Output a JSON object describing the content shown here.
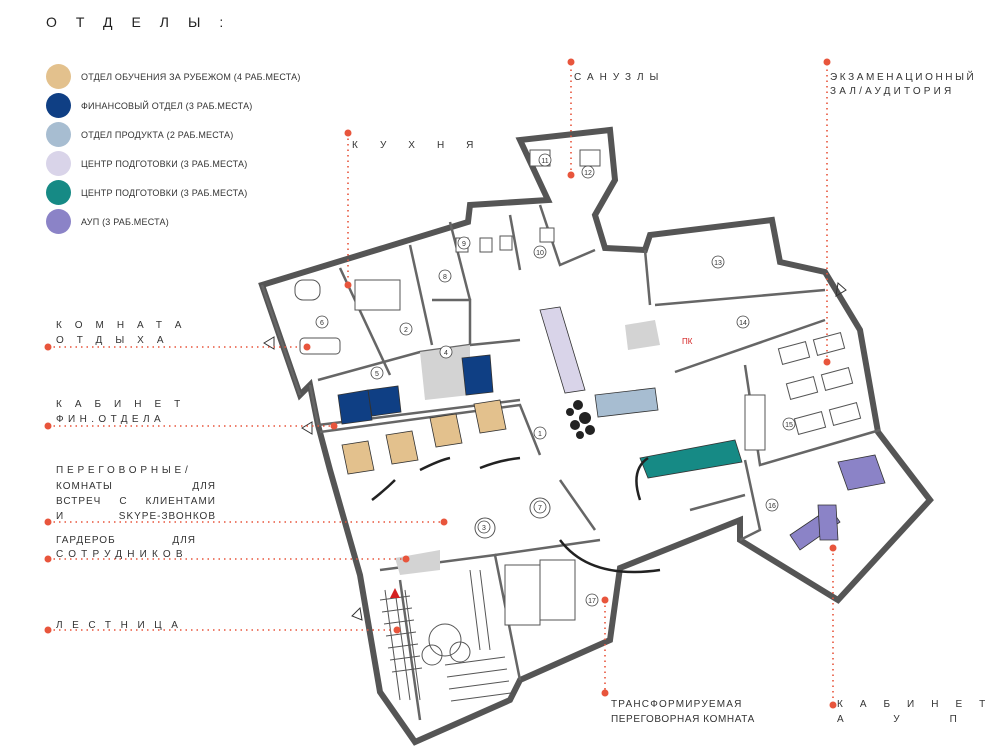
{
  "header": {
    "title": "ОТДЕЛЫ:"
  },
  "legend": [
    {
      "label": "ОТДЕЛ ОБУЧЕНИЯ ЗА РУБЕЖОМ (4 РАБ.МЕСТА)",
      "color": "#e3c18d"
    },
    {
      "label": "ФИНАНСОВЫЙ ОТДЕЛ (3 РАБ.МЕСТА)",
      "color": "#0f3f84"
    },
    {
      "label": "ОТДЕЛ ПРОДУКТА (2 РАБ.МЕСТА)",
      "color": "#a7bdd1"
    },
    {
      "label": "ЦЕНТР ПОДГОТОВКИ (3 РАБ.МЕСТА)",
      "color": "#d9d4e9"
    },
    {
      "label": "ЦЕНТР ПОДГОТОВКИ (3 РАБ.МЕСТА)",
      "color": "#168a85"
    },
    {
      "label": "АУП (3 РАБ.МЕСТА)",
      "color": "#8b83c7"
    }
  ],
  "callouts": {
    "sanuzly": "САНУЗЛЫ",
    "exam_1": "ЭКЗАМЕНАЦИОННЫЙ",
    "exam_2": "ЗАЛ/АУДИТОРИЯ",
    "kitchen": "КУХНЯ",
    "rest_1": "КОМНАТА",
    "rest_2": "ОТДЫХА",
    "fin_1": "КАБИНЕТ",
    "fin_2": "ФИН.ОТДЕЛА",
    "meet_1": "ПЕРЕГОВОРНЫЕ/",
    "meet_2": "КОМНАТЫ ДЛЯ",
    "meet_3": "ВСТРЕЧ С КЛИЕНТАМИ",
    "meet_4": "И SKYPE-ЗВОНКОВ",
    "wardrobe_1": "ГАРДЕРОБ ДЛЯ",
    "wardrobe_2": "СОТРУДНИКОВ",
    "stairs": "ЛЕСТНИЦА",
    "transform_1": "ТРАНСФОРМИРУЕМАЯ",
    "transform_2": "ПЕРЕГОВОРНАЯ КОМНАТА",
    "aup_1": "КАБИНЕТ",
    "aup_2": "АУП"
  },
  "rooms": [
    "1",
    "2",
    "3",
    "4",
    "5",
    "6",
    "7",
    "8",
    "9",
    "10",
    "11",
    "12",
    "13",
    "14",
    "15",
    "16",
    "17"
  ],
  "marks": {
    "pk": "ПК"
  }
}
